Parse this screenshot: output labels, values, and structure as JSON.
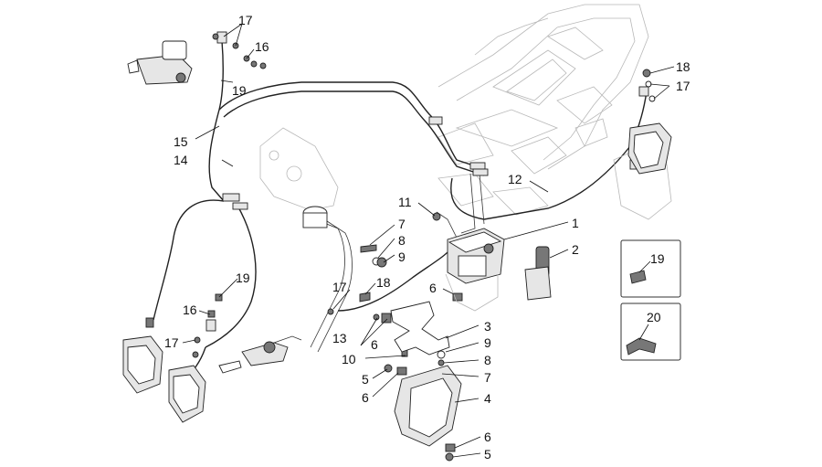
{
  "labels": {
    "l1": "1",
    "l2": "2",
    "l3": "3",
    "l4a": "4",
    "l5a": "5",
    "l5b": "5",
    "l6a": "6",
    "l6b": "6",
    "l6c": "6",
    "l6d": "6",
    "l7a": "7",
    "l7b": "7",
    "l8a": "8",
    "l8b": "8",
    "l9a": "9",
    "l9b": "9",
    "l10": "10",
    "l11": "11",
    "l12": "12",
    "l13": "13",
    "l14": "14",
    "l15": "15",
    "l16a": "16",
    "l16b": "16",
    "l17a": "17",
    "l17b": "17",
    "l17c": "17",
    "l17d": "17",
    "l18a": "18",
    "l18b": "18",
    "l19a": "19",
    "l19b": "19",
    "l19c": "19",
    "l20": "20"
  }
}
